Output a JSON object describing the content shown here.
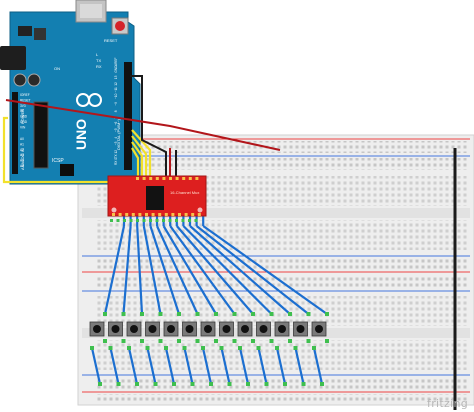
{
  "arduino": {
    "board_name": "UNO",
    "power_header": "POWER",
    "analog_header": "ANALOG IN",
    "digital_header": "DIGITAL (PWM~)",
    "icsp_label": "ICSP",
    "reset_label": "RESET",
    "tx_label": "TX",
    "rx_label": "RX",
    "l_label": "L",
    "on_label": "ON",
    "pin_labels_top": [
      "AREF",
      "GND",
      "13",
      "12",
      "~11",
      "~10",
      "~9",
      "8"
    ],
    "pin_labels_bottom": [
      "7",
      "~6",
      "~5",
      "4",
      "~3",
      "2",
      "TX 1",
      "RX 0"
    ],
    "power_labels": [
      "IOREF",
      "RESET",
      "3V3",
      "5V",
      "GND",
      "GND",
      "VIN"
    ],
    "analog_labels": [
      "A0",
      "A1",
      "A2",
      "A3",
      "A4",
      "A5"
    ]
  },
  "breakout": {
    "label": "16-Channel Mux"
  },
  "buttons": {
    "count": 13
  },
  "watermark": "fritzing",
  "colors": {
    "board_blue": "#137fb1",
    "wire_blue": "#1c6fd0",
    "wire_red": "#b2161b",
    "wire_yellow": "#f2e12b",
    "wire_black": "#1a1a1a",
    "breakout_red": "#dd1f1f"
  }
}
